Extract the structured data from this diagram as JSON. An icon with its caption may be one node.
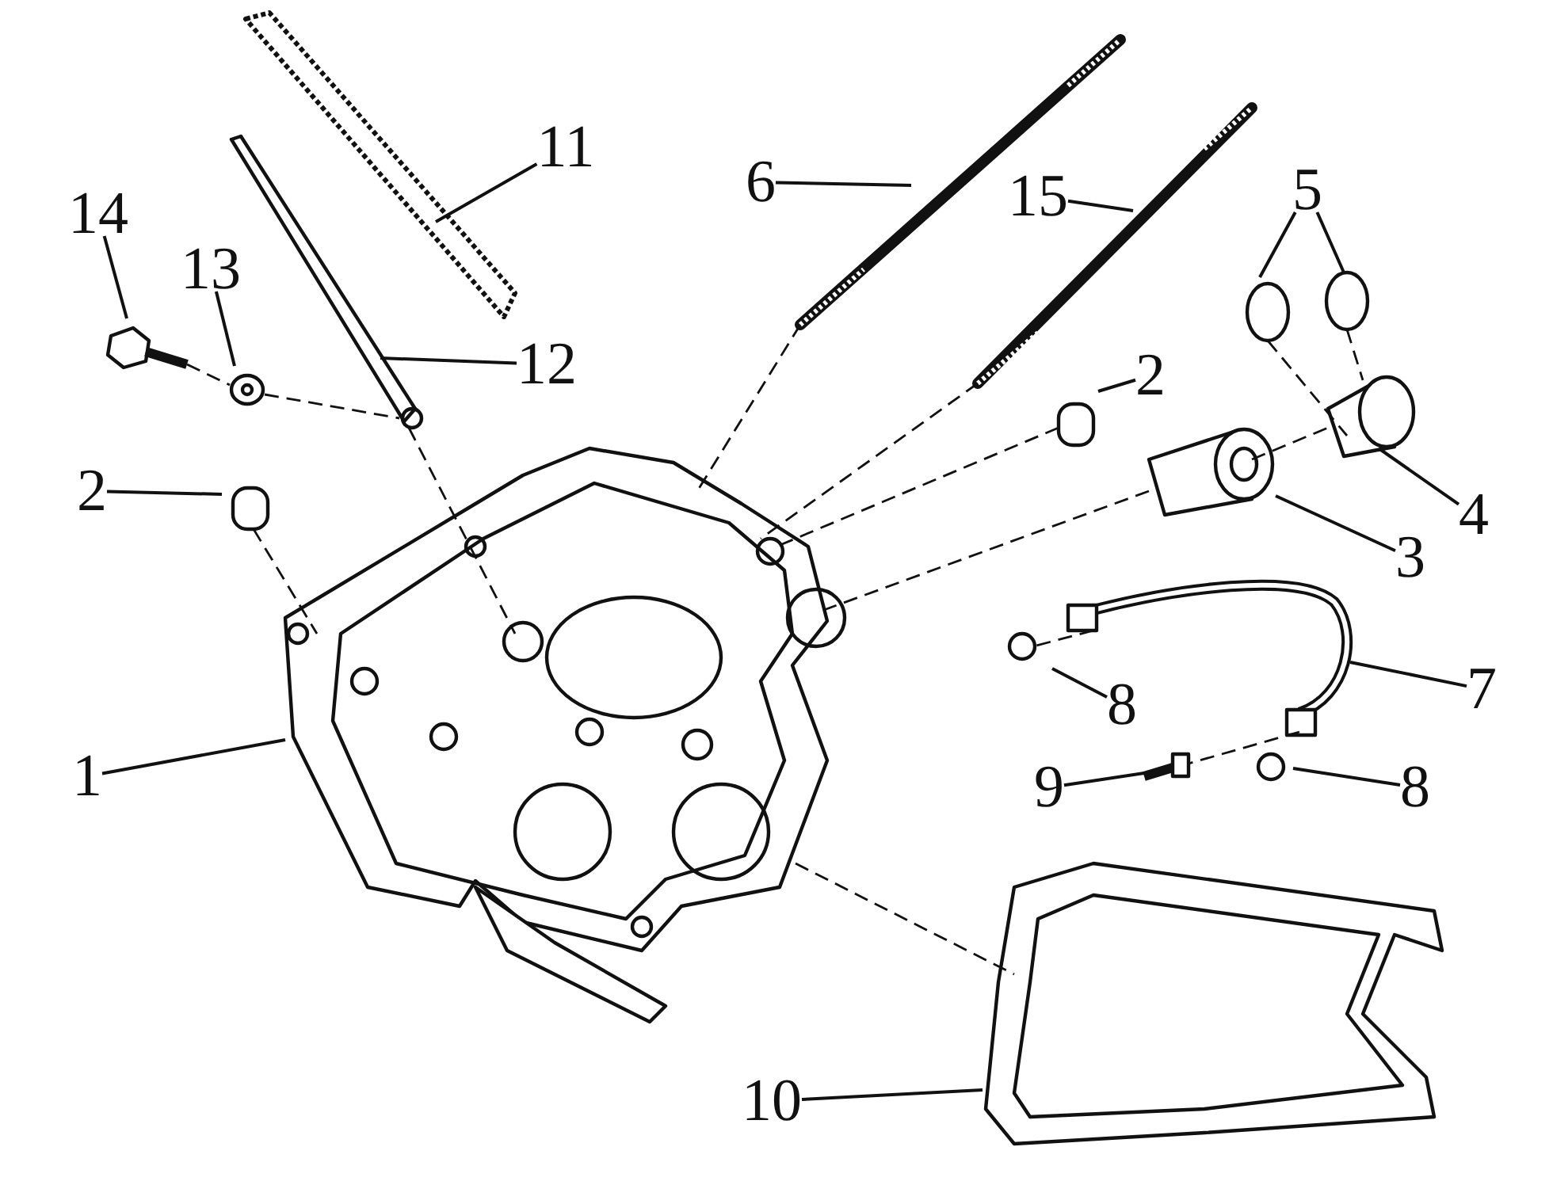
{
  "diagram": {
    "nodes": [
      {
        "text": [
          "11"
        ]
      },
      {
        "text": [
          "6"
        ]
      },
      {
        "text": [
          "15"
        ]
      },
      {
        "text": [
          "5"
        ]
      },
      {
        "text": [
          "14"
        ]
      },
      {
        "text": [
          "13"
        ]
      },
      {
        "text": [
          "12"
        ]
      },
      {
        "text": [
          "2"
        ]
      },
      {
        "text": [
          "2"
        ]
      },
      {
        "text": [
          "4"
        ]
      },
      {
        "text": [
          "3"
        ]
      },
      {
        "text": [
          "7"
        ]
      },
      {
        "text": [
          "8"
        ]
      },
      {
        "text": [
          "1"
        ]
      },
      {
        "text": [
          "9"
        ]
      },
      {
        "text": [
          "8"
        ]
      },
      {
        "text": [
          "10"
        ]
      }
    ],
    "edges": [
      {
        "from": 0,
        "to": null,
        "arrow": "none"
      },
      {
        "from": 1,
        "to": null,
        "arrow": "none"
      },
      {
        "from": 2,
        "to": null,
        "arrow": "none"
      },
      {
        "from": 3,
        "to": null,
        "arrow": "none"
      },
      {
        "from": 3,
        "to": null,
        "arrow": "none"
      },
      {
        "from": 4,
        "to": null,
        "arrow": "none"
      },
      {
        "from": 5,
        "to": null,
        "arrow": "none"
      },
      {
        "from": 6,
        "to": null,
        "arrow": "none"
      },
      {
        "from": 7,
        "to": null,
        "arrow": "none"
      },
      {
        "from": 8,
        "to": null,
        "arrow": "none"
      },
      {
        "from": 9,
        "to": null,
        "arrow": "none"
      },
      {
        "from": 10,
        "to": null,
        "arrow": "none"
      },
      {
        "from": 11,
        "to": null,
        "arrow": "none"
      },
      {
        "from": 12,
        "to": null,
        "arrow": "none"
      },
      {
        "from": 13,
        "to": null,
        "arrow": "none"
      },
      {
        "from": 14,
        "to": null,
        "arrow": "none"
      },
      {
        "from": 15,
        "to": null,
        "arrow": "none"
      },
      {
        "from": 16,
        "to": null,
        "arrow": "none"
      }
    ]
  }
}
